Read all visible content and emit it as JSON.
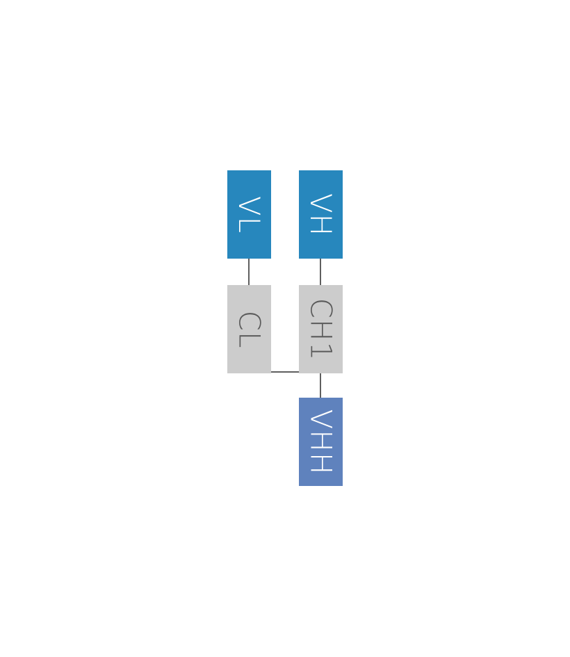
{
  "diagram": {
    "domains": {
      "vl": {
        "label": "VL",
        "fill": "#2787bd",
        "text_color": "#ffffff"
      },
      "vh": {
        "label": "VH",
        "fill": "#2787bd",
        "text_color": "#ffffff"
      },
      "cl": {
        "label": "CL",
        "fill": "#cccccc",
        "text_color": "#5a5a5a"
      },
      "ch1": {
        "label": "CH1",
        "fill": "#cccccc",
        "text_color": "#5a5a5a"
      },
      "vhh": {
        "label": "VHH",
        "fill": "#5f82bd",
        "text_color": "#ffffff"
      }
    },
    "links": [
      {
        "from": "VL",
        "to": "CL"
      },
      {
        "from": "VH",
        "to": "CH1"
      },
      {
        "from": "CL",
        "to": "CH1"
      },
      {
        "from": "CH1",
        "to": "VHH"
      }
    ],
    "link_color": "#5f5f5f"
  }
}
